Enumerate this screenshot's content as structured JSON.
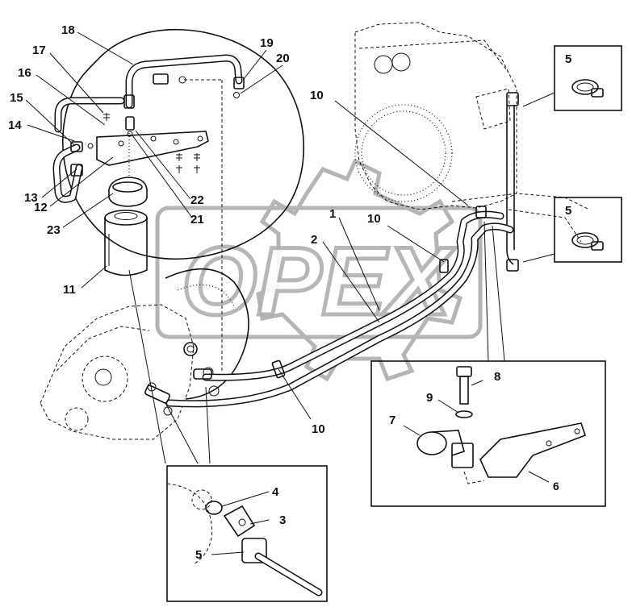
{
  "watermark": {
    "text": "OPEX"
  },
  "callouts": {
    "c1": "1",
    "c2": "2",
    "c3": "3",
    "c4": "4",
    "c5_top": "5",
    "c5_mid": "5",
    "c5_inset": "5",
    "c6": "6",
    "c7": "7",
    "c8": "8",
    "c9": "9",
    "c10_top": "10",
    "c10_mid": "10",
    "c10_bot": "10",
    "c11": "11",
    "c12": "12",
    "c13": "13",
    "c14": "14",
    "c15": "15",
    "c16": "16",
    "c17": "17",
    "c18": "18",
    "c19": "19",
    "c20": "20",
    "c21": "21",
    "c22": "22",
    "c23": "23"
  }
}
